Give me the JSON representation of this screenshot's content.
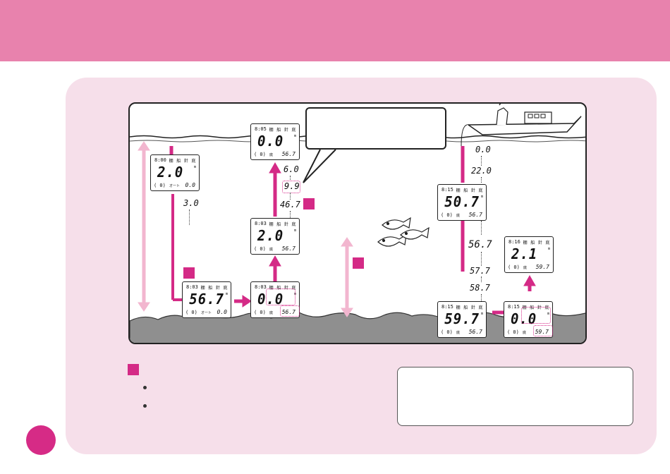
{
  "displays": {
    "d1": {
      "time": "8:00",
      "depth": "2.0",
      "bottom_left": "( 0)",
      "bottom_mid": "オート",
      "bottom_right": "0.0"
    },
    "d2": {
      "time": "8:03",
      "depth": "56.7",
      "bottom_left": "( 0)",
      "bottom_mid": "オート",
      "bottom_right": "0.0"
    },
    "d3": {
      "time": "8:03",
      "depth": "0.0",
      "bottom_left": "( 0)",
      "bottom_mid": "底",
      "bottom_right": "56.7"
    },
    "d4": {
      "time": "8:03",
      "depth": "2.0",
      "bottom_left": "( 0)",
      "bottom_mid": "底",
      "bottom_right": "56.7"
    },
    "d5": {
      "time": "8:05",
      "depth": "0.0",
      "bottom_left": "( 0)",
      "bottom_mid": "底",
      "bottom_right": "56.7"
    },
    "d6": {
      "time": "8:15",
      "depth": "50.7",
      "bottom_left": "( 0)",
      "bottom_mid": "底",
      "bottom_right": "56.7"
    },
    "d7": {
      "time": "8:15",
      "depth": "59.7",
      "bottom_left": "( 0)",
      "bottom_mid": "底",
      "bottom_right": "56.7"
    },
    "d8": {
      "time": "8:15",
      "depth": "0.0",
      "bottom_left": "( 0)",
      "bottom_mid": "底",
      "bottom_right": "59.7"
    },
    "d9": {
      "time": "8:16",
      "depth": "2.1",
      "bottom_left": "( 0)",
      "bottom_mid": "底",
      "bottom_right": "59.7"
    }
  },
  "display_tags": "棚 船 針 底",
  "display_unit": "m",
  "depth_labels": {
    "left_30": "3.0",
    "mid_60": "6.0",
    "mid_99": "9.9",
    "mid_467": "46.7",
    "right_00": "0.0",
    "right_220": "22.0",
    "right_567": "56.7",
    "right_577": "57.7",
    "right_587": "58.7"
  },
  "colors": {
    "header": "#e882ad",
    "panel": "#f6dfea",
    "accent": "#d42a86",
    "light_arrow": "#f2b6cf"
  }
}
